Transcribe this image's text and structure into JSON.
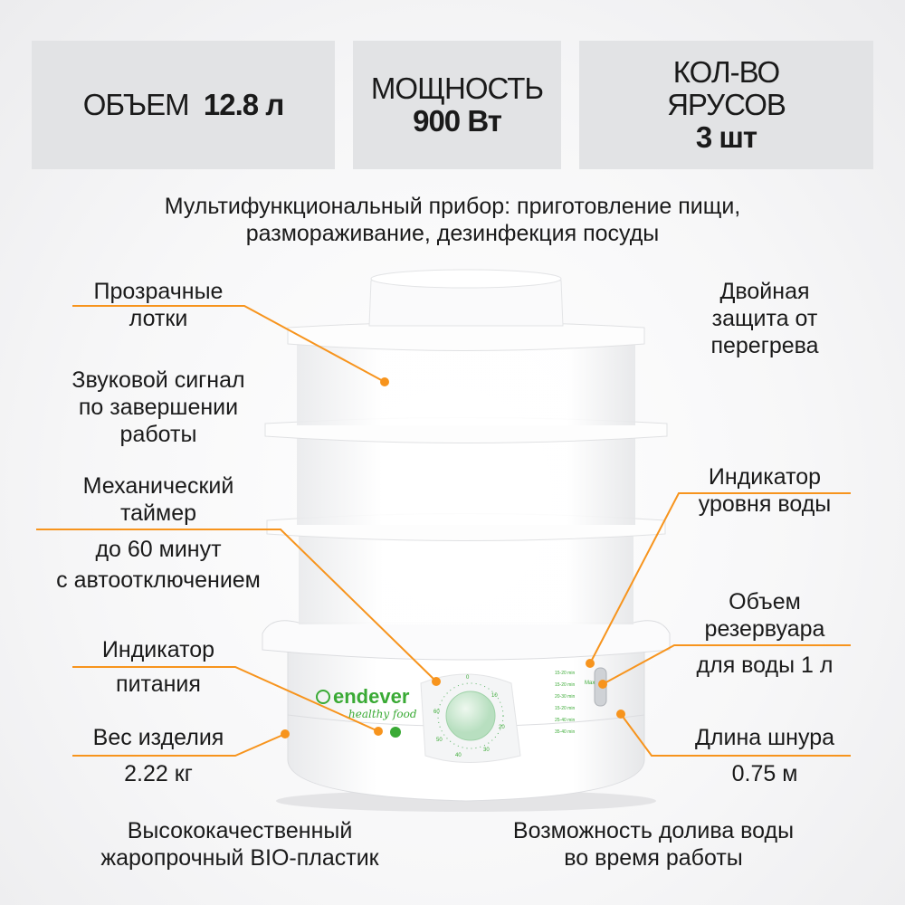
{
  "specs": [
    {
      "label": "ОБЪЕМ",
      "value": "12.8 л"
    },
    {
      "label": "МОЩНОСТЬ",
      "value": "900 Вт"
    },
    {
      "label": "КОЛ-ВО ЯРУСОВ",
      "value": "3 шт"
    }
  ],
  "subtitle": [
    "Мультифункциональный прибор: приготовление пищи,",
    "размораживание, дезинфекция посуды"
  ],
  "features_left": {
    "trays": [
      "Прозрачные",
      "лотки"
    ],
    "signal": [
      "Звуковой сигнал",
      "по завершении",
      "работы"
    ],
    "timer": [
      "Механический",
      "таймер",
      "до 60 минут",
      "с автоотключением"
    ],
    "power": [
      "Индикатор",
      "питания"
    ],
    "weight": [
      "Вес изделия",
      "2.22 кг"
    ],
    "plastic": [
      "Высококачественный",
      "жаропрочный BIO-пластик"
    ]
  },
  "features_right": {
    "protection": [
      "Двойная",
      "защита от",
      "перегрева"
    ],
    "water_level": [
      "Индикатор",
      "уровня воды"
    ],
    "tank": [
      "Объем",
      "резервуара",
      "для воды 1 л"
    ],
    "cord": [
      "Длина шнура",
      "0.75 м"
    ],
    "refill": [
      "Возможность долива воды",
      "во время работы"
    ]
  },
  "product": {
    "brand": "endever",
    "tagline": "healthy food",
    "dial_marks": [
      "0",
      "10",
      "20",
      "30",
      "40",
      "50",
      "60"
    ],
    "max_label": "Max",
    "cooking_times": [
      "15-20 min",
      "15-20 min",
      "20-30 min",
      "15-20 min",
      "25-40 min",
      "35-40 min"
    ]
  },
  "colors": {
    "accent": "#f7941d",
    "brand_green": "#3aaa35",
    "spec_box": "#e2e3e5"
  }
}
